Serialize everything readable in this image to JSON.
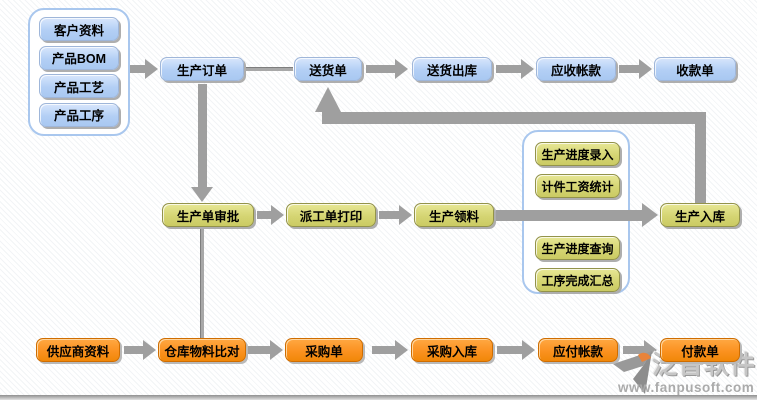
{
  "master_panel": {
    "items": [
      "客户资料",
      "产品BOM",
      "产品工艺",
      "产品工序"
    ]
  },
  "sales_flow": {
    "production_order": "生产订单",
    "delivery_note": "送货单",
    "delivery_outbound": "送货出库",
    "accounts_receivable": "应收帐款",
    "receipt": "收款单"
  },
  "production_flow": {
    "approval": "生产单审批",
    "dispatch_print": "派工单打印",
    "material_requisition": "生产领料",
    "production_inbound": "生产入库"
  },
  "progress_panel": {
    "items": [
      "生产进度录入",
      "计件工资统计",
      "生产进度查询",
      "工序完成汇总"
    ]
  },
  "purchase_flow": {
    "supplier_data": "供应商资料",
    "warehouse_material_check": "仓库物料比对",
    "purchase_order": "采购单",
    "purchase_inbound": "采购入库",
    "accounts_payable": "应付帐款",
    "payment_slip": "付款单"
  },
  "watermark": {
    "brand": "泛普软件",
    "url": "www.fanpusoft.com"
  },
  "colors": {
    "node_blue": "#b3cff5",
    "node_yellow": "#d5d573",
    "node_orange": "#fb9220",
    "arrow_gray": "#9f9f9f",
    "panel_border": "#a9c7ee",
    "watermark_gray": "#ababab"
  }
}
